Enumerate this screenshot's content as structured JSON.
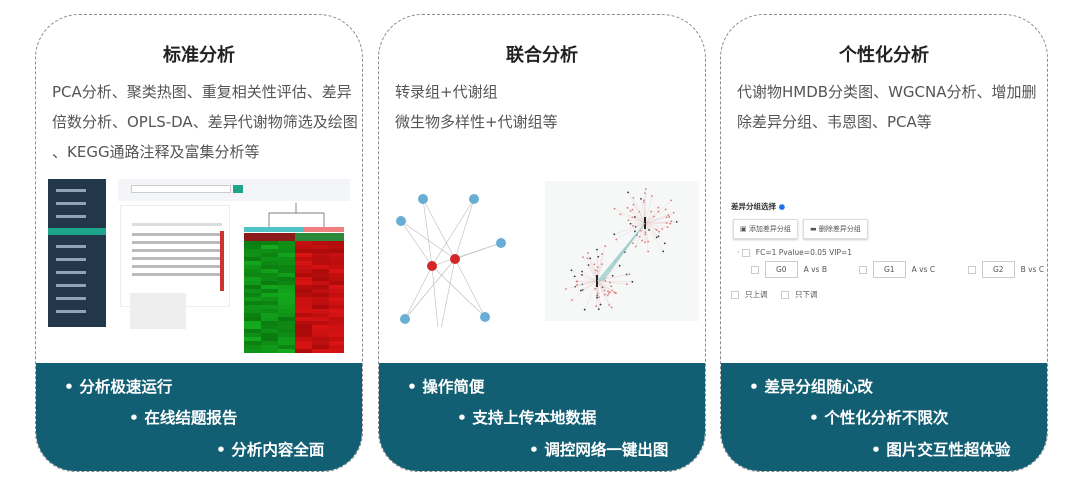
{
  "cards": [
    {
      "title": "标准分析",
      "desc": [
        "PCA分析、聚类热图、重复相关性评估、差异",
        "倍数分析、OPLS-DA、差异代谢物筛选及绘图",
        "、KEGG通路注释及富集分析等"
      ],
      "features": [
        "分析极速运行",
        "在线结题报告",
        "分析内容全面"
      ]
    },
    {
      "title": "联合分析",
      "desc": [
        "转录组+代谢组",
        "微生物多样性+代谢组等"
      ],
      "features": [
        "操作简便",
        "支持上传本地数据",
        "调控网络一键出图"
      ]
    },
    {
      "title": "个性化分析",
      "desc": [
        "代谢物HMDB分类图、WGCNA分析、增加删",
        "除差异分组、韦恩图、PCA等"
      ],
      "features": [
        "差异分组随心改",
        "个性化分析不限次",
        "图片交互性超体验"
      ]
    }
  ],
  "group_ui": {
    "title": "差异分组选择",
    "add_label": "添加差异分组",
    "del_label": "删除差异分组",
    "filter": "FC=1 Pvalue=0.05 VIP=1",
    "groups": [
      {
        "id": "G0",
        "cmp": "A vs B"
      },
      {
        "id": "G1",
        "cmp": "A vs C"
      },
      {
        "id": "G2",
        "cmp": "B vs C"
      }
    ],
    "up_only": "只上调",
    "down_only": "只下调"
  },
  "colors": {
    "teal": "#125f73",
    "heat_green": "#2ea043",
    "heat_red": "#b22222",
    "node_blue": "#6aaed6",
    "node_red": "#d62728"
  }
}
